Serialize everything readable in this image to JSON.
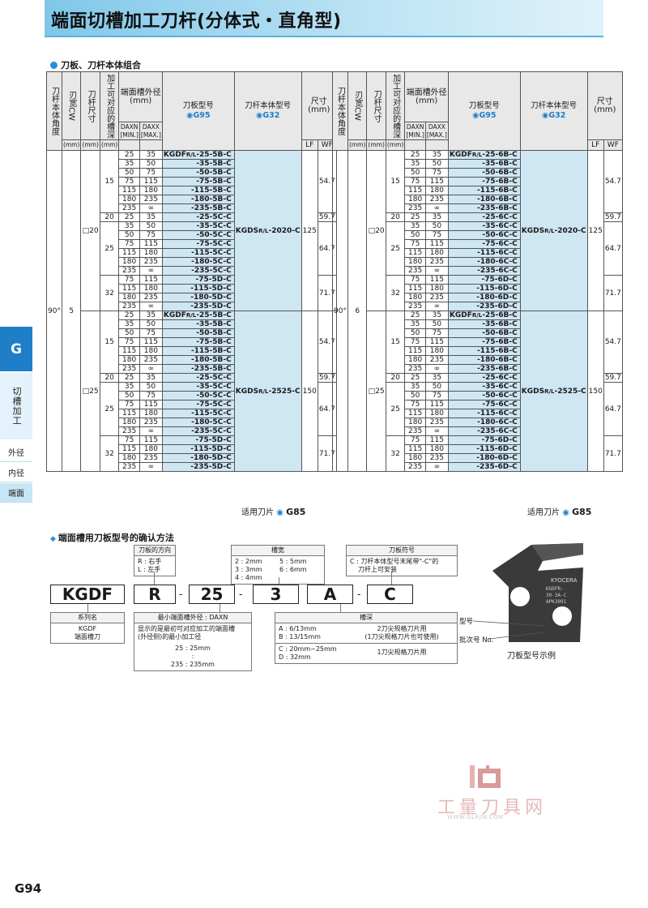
{
  "title": "端面切槽加工刀杆(分体式・直角型)",
  "section1": "刀板、刀杆本体组合",
  "section2": "端面槽用刀板型号的确认方法",
  "headers": {
    "angle": "刀杆本体角度",
    "cw": "刃宽CW",
    "shank": "刀杆尺寸",
    "depth": "加工可对应的槽深",
    "dia": "端面槽外径(mm)",
    "daxn": "DAXN",
    "daxx": "DAXX",
    "dmin": "[MIN.]",
    "dmax": "[MAX.]",
    "insert": "刀板型号",
    "insert_ref": "G95",
    "holder": "刀杆本体型号",
    "holder_ref": "G32",
    "dim": "尺寸(mm)",
    "lf": "LF",
    "wf": "WF",
    "mm": "(mm)"
  },
  "tables": [
    {
      "angle": "90°",
      "cw": "5",
      "groups": [
        {
          "shank": "20",
          "holder": "KGDS R/L-2020-C",
          "lf": "125",
          "depths": [
            {
              "depth": "15",
              "wf": "54.7",
              "rows": [
                [
                  "25",
                  "35",
                  "KGDF R/L-25-5B-C"
                ],
                [
                  "35",
                  "50",
                  "-35-5B-C"
                ],
                [
                  "50",
                  "75",
                  "-50-5B-C"
                ],
                [
                  "75",
                  "115",
                  "-75-5B-C"
                ],
                [
                  "115",
                  "180",
                  "-115-5B-C"
                ],
                [
                  "180",
                  "235",
                  "-180-5B-C"
                ],
                [
                  "235",
                  "∞",
                  "-235-5B-C"
                ]
              ]
            },
            {
              "depth": "20",
              "wf": "59.7",
              "rows": [
                [
                  "25",
                  "35",
                  "-25-5C-C"
                ]
              ]
            },
            {
              "depth": "25",
              "wf": "64.7",
              "rows": [
                [
                  "35",
                  "50",
                  "-35-5C-C"
                ],
                [
                  "50",
                  "75",
                  "-50-5C-C"
                ],
                [
                  "75",
                  "115",
                  "-75-5C-C"
                ],
                [
                  "115",
                  "180",
                  "-115-5C-C"
                ],
                [
                  "180",
                  "235",
                  "-180-5C-C"
                ],
                [
                  "235",
                  "∞",
                  "-235-5C-C"
                ]
              ]
            },
            {
              "depth": "32",
              "wf": "71.7",
              "rows": [
                [
                  "75",
                  "115",
                  "-75-5D-C"
                ],
                [
                  "115",
                  "180",
                  "-115-5D-C"
                ],
                [
                  "180",
                  "235",
                  "-180-5D-C"
                ],
                [
                  "235",
                  "∞",
                  "-235-5D-C"
                ]
              ]
            }
          ]
        },
        {
          "shank": "25",
          "holder": "KGDS R/L-2525-C",
          "lf": "150",
          "depths": [
            {
              "depth": "15",
              "wf": "54.7",
              "rows": [
                [
                  "25",
                  "35",
                  "KGDF R/L-25-5B-C"
                ],
                [
                  "35",
                  "50",
                  "-35-5B-C"
                ],
                [
                  "50",
                  "75",
                  "-50-5B-C"
                ],
                [
                  "75",
                  "115",
                  "-75-5B-C"
                ],
                [
                  "115",
                  "180",
                  "-115-5B-C"
                ],
                [
                  "180",
                  "235",
                  "-180-5B-C"
                ],
                [
                  "235",
                  "∞",
                  "-235-5B-C"
                ]
              ]
            },
            {
              "depth": "20",
              "wf": "59.7",
              "rows": [
                [
                  "25",
                  "35",
                  "-25-5C-C"
                ]
              ]
            },
            {
              "depth": "25",
              "wf": "64.7",
              "rows": [
                [
                  "35",
                  "50",
                  "-35-5C-C"
                ],
                [
                  "50",
                  "75",
                  "-50-5C-C"
                ],
                [
                  "75",
                  "115",
                  "-75-5C-C"
                ],
                [
                  "115",
                  "180",
                  "-115-5C-C"
                ],
                [
                  "180",
                  "235",
                  "-180-5C-C"
                ],
                [
                  "235",
                  "∞",
                  "-235-5C-C"
                ]
              ]
            },
            {
              "depth": "32",
              "wf": "71.7",
              "rows": [
                [
                  "75",
                  "115",
                  "-75-5D-C"
                ],
                [
                  "115",
                  "180",
                  "-115-5D-C"
                ],
                [
                  "180",
                  "235",
                  "-180-5D-C"
                ],
                [
                  "235",
                  "∞",
                  "-235-5D-C"
                ]
              ]
            }
          ]
        }
      ]
    },
    {
      "angle": "90°",
      "cw": "6",
      "groups": [
        {
          "shank": "20",
          "holder": "KGDS R/L-2020-C",
          "lf": "125",
          "depths": [
            {
              "depth": "15",
              "wf": "54.7",
              "rows": [
                [
                  "25",
                  "35",
                  "KGDF R/L-25-6B-C"
                ],
                [
                  "35",
                  "50",
                  "-35-6B-C"
                ],
                [
                  "50",
                  "75",
                  "-50-6B-C"
                ],
                [
                  "75",
                  "115",
                  "-75-6B-C"
                ],
                [
                  "115",
                  "180",
                  "-115-6B-C"
                ],
                [
                  "180",
                  "235",
                  "-180-6B-C"
                ],
                [
                  "235",
                  "∞",
                  "-235-6B-C"
                ]
              ]
            },
            {
              "depth": "20",
              "wf": "59.7",
              "rows": [
                [
                  "25",
                  "35",
                  "-25-6C-C"
                ]
              ]
            },
            {
              "depth": "25",
              "wf": "64.7",
              "rows": [
                [
                  "35",
                  "50",
                  "-35-6C-C"
                ],
                [
                  "50",
                  "75",
                  "-50-6C-C"
                ],
                [
                  "75",
                  "115",
                  "-75-6C-C"
                ],
                [
                  "115",
                  "180",
                  "-115-6C-C"
                ],
                [
                  "180",
                  "235",
                  "-180-6C-C"
                ],
                [
                  "235",
                  "∞",
                  "-235-6C-C"
                ]
              ]
            },
            {
              "depth": "32",
              "wf": "71.7",
              "rows": [
                [
                  "75",
                  "115",
                  "-75-6D-C"
                ],
                [
                  "115",
                  "180",
                  "-115-6D-C"
                ],
                [
                  "180",
                  "235",
                  "-180-6D-C"
                ],
                [
                  "235",
                  "∞",
                  "-235-6D-C"
                ]
              ]
            }
          ]
        },
        {
          "shank": "25",
          "holder": "KGDS R/L-2525-C",
          "lf": "150",
          "depths": [
            {
              "depth": "15",
              "wf": "54.7",
              "rows": [
                [
                  "25",
                  "35",
                  "KGDF R/L-25-6B-C"
                ],
                [
                  "35",
                  "50",
                  "-35-6B-C"
                ],
                [
                  "50",
                  "75",
                  "-50-6B-C"
                ],
                [
                  "75",
                  "115",
                  "-75-6B-C"
                ],
                [
                  "115",
                  "180",
                  "-115-6B-C"
                ],
                [
                  "180",
                  "235",
                  "-180-6B-C"
                ],
                [
                  "235",
                  "∞",
                  "-235-6B-C"
                ]
              ]
            },
            {
              "depth": "20",
              "wf": "59.7",
              "rows": [
                [
                  "25",
                  "35",
                  "-25-6C-C"
                ]
              ]
            },
            {
              "depth": "25",
              "wf": "64.7",
              "rows": [
                [
                  "35",
                  "50",
                  "-35-6C-C"
                ],
                [
                  "50",
                  "75",
                  "-50-6C-C"
                ],
                [
                  "75",
                  "115",
                  "-75-6C-C"
                ],
                [
                  "115",
                  "180",
                  "-115-6C-C"
                ],
                [
                  "180",
                  "235",
                  "-180-6C-C"
                ],
                [
                  "235",
                  "∞",
                  "-235-6C-C"
                ]
              ]
            },
            {
              "depth": "32",
              "wf": "71.7",
              "rows": [
                [
                  "75",
                  "115",
                  "-75-6D-C"
                ],
                [
                  "115",
                  "180",
                  "-115-6D-C"
                ],
                [
                  "180",
                  "235",
                  "-180-6D-C"
                ],
                [
                  "235",
                  "∞",
                  "-235-6D-C"
                ]
              ]
            }
          ]
        }
      ]
    }
  ],
  "applicable_insert": "适用刀片",
  "applicable_ref": "G85",
  "code": [
    "KGDF",
    "R",
    "25",
    "3",
    "A",
    "C"
  ],
  "notes": {
    "dir_h": "刀板的方向",
    "dir_b1": "R : 右手",
    "dir_b2": "L : 左手",
    "width_h": "槽宽",
    "width_b": [
      "2 : 2mm",
      "5 : 5mm",
      "3 : 3mm",
      "6 : 6mm",
      "4 : 4mm"
    ],
    "sym_h": "刀板符号",
    "sym_b1": "C : 刀杆本体型号末尾带\"-C\"的",
    "sym_b2": "刀杆上可安装",
    "series_h": "系列名",
    "series_b1": "KGDF",
    "series_b2": "端面槽刀",
    "dia_h": "最小端面槽外径 : DAXN",
    "dia_b1": "显示的是最初可对应加工的端面槽",
    "dia_b2": "(外径侧)的最小加工径",
    "dia_b3": "25 : 25mm",
    "dia_b4": ":",
    "dia_b5": "235 : 235mm",
    "depth_h": "槽深",
    "depth_r1a": "A : 6/13mm",
    "depth_r1b": "B : 13/15mm",
    "depth_r1c": "2刀尖规格刀片用",
    "depth_r1d": "(1刀尖规格刀片也可使用)",
    "depth_r2a": "C : 20mm~25mm",
    "depth_r2b": "D : 32mm",
    "depth_r2c": "1刀尖规格刀片用"
  },
  "insert_labels": {
    "model": "型号",
    "lot": "批次号 No.",
    "caption": "刀板型号示例",
    "brand": "KYOCERA",
    "engrave1": "KGDFR-",
    "engrave2": "30-3A-C",
    "engrave3": "APK3091"
  },
  "side": {
    "letter": "G",
    "category": "切槽加工",
    "items": [
      "外径",
      "内径",
      "端面"
    ]
  },
  "watermark": {
    "text": "工量刀具网",
    "url": "WWW.GLRJW.COM"
  },
  "page_number": "G94"
}
